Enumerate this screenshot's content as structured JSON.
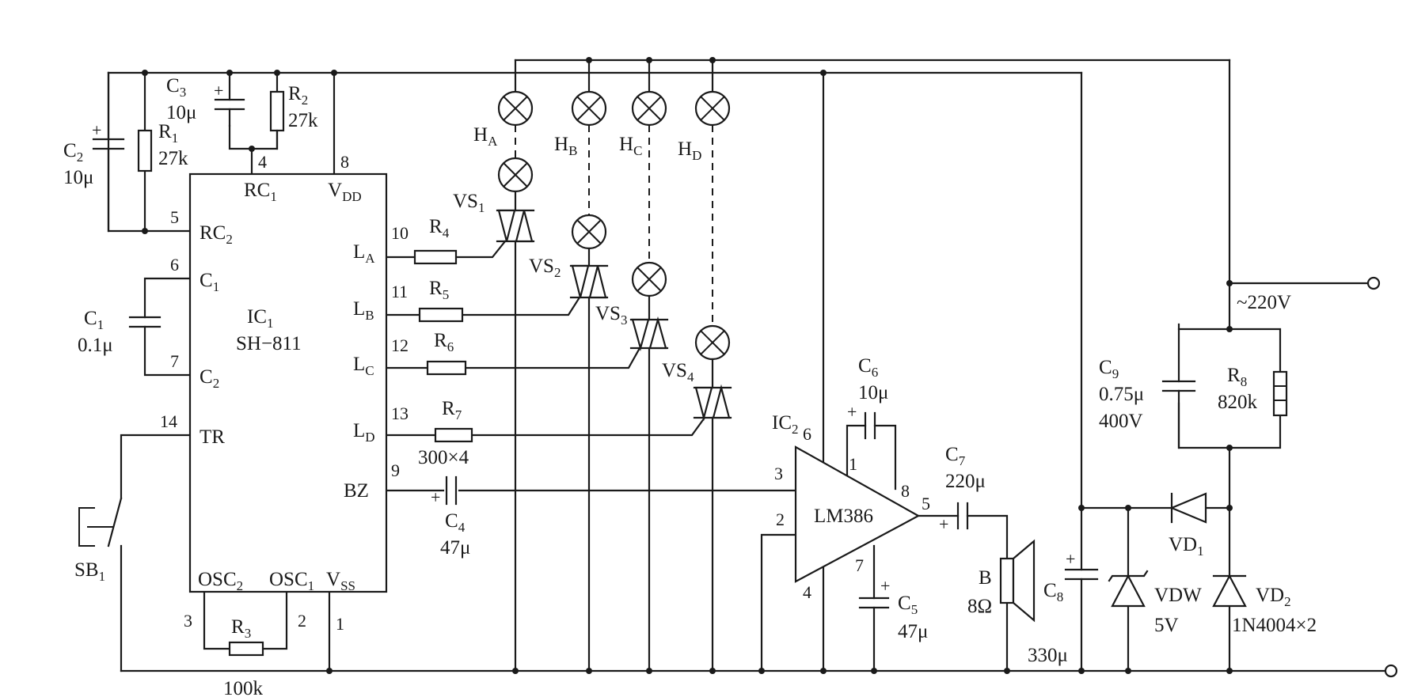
{
  "ic1": {
    "ref": "IC",
    "ref_sub": "1",
    "part": "SH−811",
    "pins": {
      "rc1": {
        "text": "RC",
        "sub": "1",
        "num": "4"
      },
      "vdd": {
        "text": "V",
        "sub": "DD",
        "num": "8"
      },
      "rc2": {
        "text": "RC",
        "sub": "2",
        "num": "5"
      },
      "c1": {
        "text": "C",
        "sub": "1",
        "num": "6"
      },
      "c2": {
        "text": "C",
        "sub": "2",
        "num": "7"
      },
      "tr": {
        "text": "TR",
        "num": "14"
      },
      "la": {
        "text": "L",
        "sub": "A",
        "num": "10"
      },
      "lb": {
        "text": "L",
        "sub": "B",
        "num": "11"
      },
      "lc": {
        "text": "L",
        "sub": "C",
        "num": "12"
      },
      "ld": {
        "text": "L",
        "sub": "D",
        "num": "13"
      },
      "bz": {
        "text": "BZ",
        "num": "9"
      },
      "osc2": {
        "text": "OSC",
        "sub": "2",
        "num": "3"
      },
      "osc1": {
        "text": "OSC",
        "sub": "1",
        "num": "2"
      },
      "vss": {
        "text": "V",
        "sub": "SS",
        "num": "1"
      }
    }
  },
  "ic2": {
    "ref": "IC",
    "ref_sub": "2",
    "part": "LM386",
    "pins": {
      "p6": "6",
      "p1": "1",
      "p8": "8",
      "p3": "3",
      "p2": "2",
      "p5": "5",
      "p7": "7",
      "p4": "4"
    }
  },
  "components": {
    "c2": {
      "ref": "C",
      "sub": "2",
      "value": "10μ",
      "polarity": "+"
    },
    "r1": {
      "ref": "R",
      "sub": "1",
      "value": "27k"
    },
    "c3": {
      "ref": "C",
      "sub": "3",
      "value": "10μ",
      "polarity": "+"
    },
    "r2": {
      "ref": "R",
      "sub": "2",
      "value": "27k"
    },
    "c1": {
      "ref": "C",
      "sub": "1",
      "value": "0.1μ"
    },
    "r3": {
      "ref": "R",
      "sub": "3",
      "value": "100k"
    },
    "sb1": {
      "ref": "SB",
      "sub": "1"
    },
    "r4": {
      "ref": "R",
      "sub": "4"
    },
    "r5": {
      "ref": "R",
      "sub": "5"
    },
    "r6": {
      "ref": "R",
      "sub": "6"
    },
    "r7": {
      "ref": "R",
      "sub": "7",
      "value": "300×4"
    },
    "c4": {
      "ref": "C",
      "sub": "4",
      "value": "47μ",
      "polarity": "+"
    },
    "ha": {
      "ref": "H",
      "sub": "A"
    },
    "hb": {
      "ref": "H",
      "sub": "B"
    },
    "hc": {
      "ref": "H",
      "sub": "C"
    },
    "hd": {
      "ref": "H",
      "sub": "D"
    },
    "vs1": {
      "ref": "VS",
      "sub": "1"
    },
    "vs2": {
      "ref": "VS",
      "sub": "2"
    },
    "vs3": {
      "ref": "VS",
      "sub": "3"
    },
    "vs4": {
      "ref": "VS",
      "sub": "4"
    },
    "c6": {
      "ref": "C",
      "sub": "6",
      "value": "10μ",
      "polarity": "+"
    },
    "c5": {
      "ref": "C",
      "sub": "5",
      "value": "47μ",
      "polarity": "+"
    },
    "c7": {
      "ref": "C",
      "sub": "7",
      "value": "220μ",
      "polarity": "+"
    },
    "speaker": {
      "ref": "B",
      "value": "8Ω"
    },
    "c8": {
      "ref": "C",
      "sub": "8",
      "value": "330μ",
      "polarity": "+"
    },
    "vdw": {
      "ref": "VDW",
      "value": "5V"
    },
    "vd1": {
      "ref": "VD",
      "sub": "1"
    },
    "vd2": {
      "ref": "VD",
      "sub": "2",
      "value": "1N4004×2"
    },
    "c9": {
      "ref": "C",
      "sub": "9",
      "value": "0.75μ",
      "voltage": "400V"
    },
    "r8": {
      "ref": "R",
      "sub": "8",
      "value": "820k"
    }
  },
  "supply": {
    "label": "~220V"
  }
}
